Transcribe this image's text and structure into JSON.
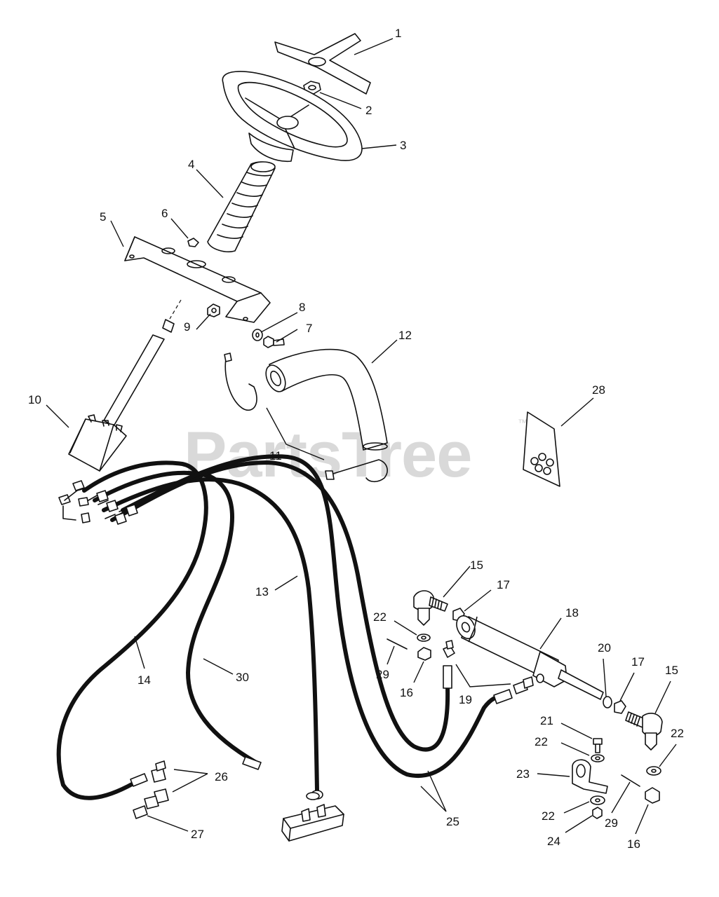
{
  "watermark": {
    "text": "PartsTree",
    "trademark": "™"
  },
  "callouts": [
    {
      "id": "c1",
      "text": "1"
    },
    {
      "id": "c2",
      "text": "2"
    },
    {
      "id": "c3",
      "text": "3"
    },
    {
      "id": "c4",
      "text": "4"
    },
    {
      "id": "c5",
      "text": "5"
    },
    {
      "id": "c6",
      "text": "6"
    },
    {
      "id": "c7",
      "text": "7"
    },
    {
      "id": "c8",
      "text": "8"
    },
    {
      "id": "c9",
      "text": "9"
    },
    {
      "id": "c10",
      "text": "10"
    },
    {
      "id": "c11",
      "text": "11"
    },
    {
      "id": "c12",
      "text": "12"
    },
    {
      "id": "c13",
      "text": "13"
    },
    {
      "id": "c14",
      "text": "14"
    },
    {
      "id": "c15a",
      "text": "15"
    },
    {
      "id": "c15b",
      "text": "15"
    },
    {
      "id": "c16a",
      "text": "16"
    },
    {
      "id": "c16b",
      "text": "16"
    },
    {
      "id": "c17a",
      "text": "17"
    },
    {
      "id": "c17b",
      "text": "17"
    },
    {
      "id": "c18",
      "text": "18"
    },
    {
      "id": "c19",
      "text": "19"
    },
    {
      "id": "c20",
      "text": "20"
    },
    {
      "id": "c21",
      "text": "21"
    },
    {
      "id": "c22a",
      "text": "22"
    },
    {
      "id": "c22b",
      "text": "22"
    },
    {
      "id": "c22c",
      "text": "22"
    },
    {
      "id": "c22d",
      "text": "22"
    },
    {
      "id": "c23",
      "text": "23"
    },
    {
      "id": "c24",
      "text": "24"
    },
    {
      "id": "c25",
      "text": "25"
    },
    {
      "id": "c26",
      "text": "26"
    },
    {
      "id": "c27",
      "text": "27"
    },
    {
      "id": "c28",
      "text": "28"
    },
    {
      "id": "c29a",
      "text": "29"
    },
    {
      "id": "c29b",
      "text": "29"
    },
    {
      "id": "c30",
      "text": "30"
    }
  ]
}
